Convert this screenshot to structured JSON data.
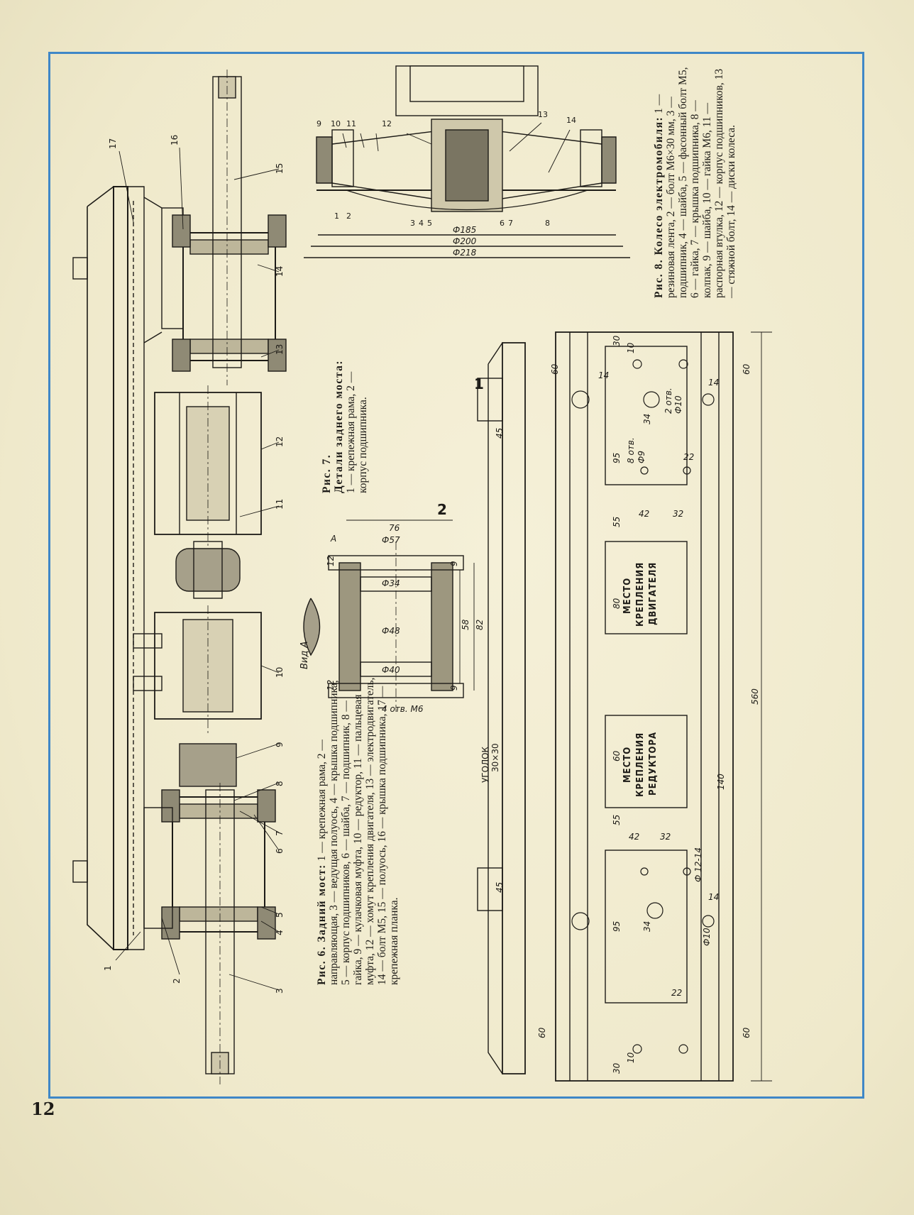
{
  "page_number": "12",
  "fig6": {
    "title": "Рис. 6. Задний мост:",
    "text": "1 — крепежная рама, 2 — направляющая, 3 — ведущая полуось, 4 — крышка подшипника, 5 — корпус подшипников, 6 — шайба, 7 — подшипник, 8 — гайка, 9 — кулачковая муфта, 10 — редуктор, 11 — пальцевая муфта, 12 — хомут крепления двигателя, 13 — электродвигатель, 14 — болт М5, 15 — полуось, 16 — крышка подшипника, 17 — крепежная планка.",
    "callouts": [
      "1",
      "2",
      "3",
      "4",
      "5",
      "6",
      "7",
      "8",
      "9",
      "10",
      "11",
      "12",
      "13",
      "14",
      "15",
      "16",
      "17"
    ]
  },
  "fig7": {
    "title": "Рис. 7.",
    "subtitle": "Детали заднего моста:",
    "text": "1 — крепежная рама, 2 — корпус подшипника.",
    "part_labels": [
      "1",
      "2"
    ],
    "view_label": "Вид А",
    "section_mark": "А",
    "angle_label": "УГОЛОК",
    "angle_size": "30×30",
    "plate1": [
      "МЕСТО",
      "КРЕПЛЕНИЯ",
      "ДВИГАТЕЛЯ"
    ],
    "plate2": [
      "МЕСТО",
      "КРЕПЛЕНИЯ",
      "РЕДУКТОРА"
    ],
    "dims": {
      "d560": "560",
      "d140": "140",
      "d60": "60",
      "d45": "45",
      "d30": "30",
      "d95": "95",
      "d34": "34",
      "d22": "22",
      "d32": "32",
      "d42": "42",
      "d55": "55",
      "d80": "80",
      "d14": "14",
      "d10": "10",
      "holes1": "8 отв.",
      "phi9": "Ф9",
      "holes2": "2 отв.",
      "phi10": "Ф10",
      "phi12": "Ф 12-14",
      "d76": "76",
      "d58": "58",
      "d82": "82",
      "d12": "12",
      "d9": "9",
      "phi57": "Ф57",
      "phi34": "Ф34",
      "phi48": "Ф48",
      "phi40": "Ф40",
      "holesM6": "4 отв. М6"
    }
  },
  "fig8": {
    "title": "Рис. 8. Колесо электромобиля:",
    "text": "1 — резиновая лента, 2 — болт М6×30 мм, 3 — подшипник, 4 — шайба, 5 — фасонный болт М5, 6 — гайка, 7 — крышка подшипника, 8 — колпак, 9 — шайба, 10 — гайка М6, 11 — распорная втулка, 12 — корпус подшипников, 13 — стяжной болт, 14 — диски колеса.",
    "callouts": [
      "1",
      "2",
      "3",
      "4",
      "5",
      "6",
      "7",
      "8",
      "9",
      "10",
      "11",
      "12",
      "13",
      "14"
    ],
    "dims": {
      "phi185": "Ф185",
      "phi200": "Ф200",
      "phi218": "Ф218"
    }
  },
  "colors": {
    "paper": "#f1ecd1",
    "ink": "#1d1b17",
    "frame": "#3f87c7"
  }
}
